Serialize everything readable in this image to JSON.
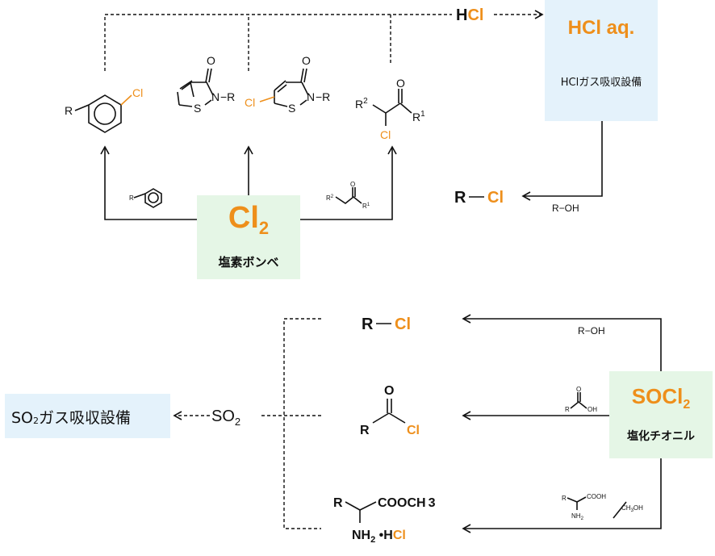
{
  "top": {
    "hcl_arrow_label_h": "H",
    "hcl_arrow_label_cl": "Cl",
    "hcl_aq_title": "HCl aq.",
    "hcl_absorber_label": "HClガス吸収設備",
    "cl2_title_cl": "Cl",
    "cl2_title_sub": "2",
    "cl2_cylinder_label": "塩素ボンベ",
    "roh_label": "R−OH",
    "rcl_r": "R",
    "rcl_cl": "Cl",
    "mol1": {
      "r": "R",
      "cl": "Cl"
    },
    "mol2": {
      "o": "O",
      "n": "N",
      "r": "−R",
      "s": "S"
    },
    "mol3": {
      "cl": "Cl",
      "o": "O",
      "n": "N",
      "r": "−R",
      "s": "S"
    },
    "mol4": {
      "r2": "R",
      "r2sup": "2",
      "o": "O",
      "r1": "R",
      "r1sup": "1",
      "cl": "Cl"
    },
    "reagent_arene_r": "R",
    "reagent_ketone": {
      "r2": "R",
      "r2sup": "2",
      "o": "O",
      "r1": "R",
      "r1sup": "1"
    }
  },
  "bottom": {
    "socl2_title": "SOCl",
    "socl2_sub": "2",
    "socl2_label": "塩化チオニル",
    "so2_absorber_label_a": "SO",
    "so2_absorber_sub": "2",
    "so2_absorber_label_b": "ガス吸収設備",
    "so2_label": "SO",
    "so2_sub": "2",
    "rcl_r": "R",
    "rcl_cl": "Cl",
    "roh_label": "R−OH",
    "acyl": {
      "o": "O",
      "r": "R",
      "cl": "Cl"
    },
    "acid_reagent": {
      "r": "R",
      "o": "O",
      "oh": "OH"
    },
    "amino_reagent": {
      "r": "R",
      "cooh": "COOH",
      "nh2": "NH",
      "nh2sub": "2",
      "ch3oh": "CH",
      "ch3oh_sub": "3",
      "ch3oh_tail": "OH"
    },
    "product": {
      "r": "R",
      "cooch3": "COOCH",
      "cooch3_sub": "3",
      "nh2": "NH",
      "nh2sub": "2",
      "dot": " •H",
      "hcl_cl": "Cl"
    }
  }
}
